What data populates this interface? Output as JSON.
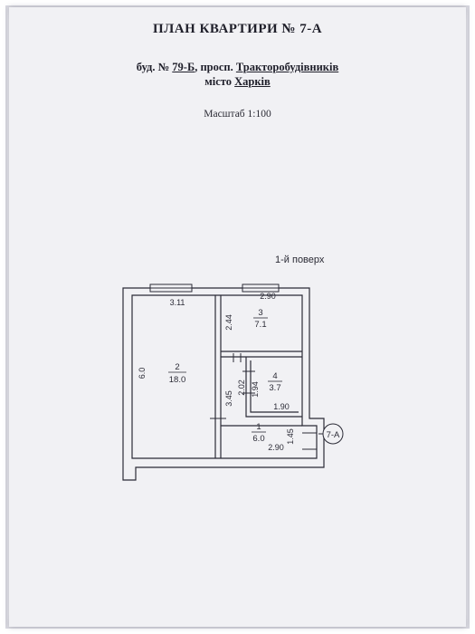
{
  "document": {
    "title": "ПЛАН КВАРТИРИ № 7-А",
    "address_line1_prefix": "буд. № ",
    "address_building": "79-Б",
    "address_line1_mid": ",  просп. ",
    "address_street": "Тракторобудівників",
    "address_line2_prefix": "місто  ",
    "address_city": "Харків",
    "scale": "Масштаб 1:100",
    "floor": "1-й поверх"
  },
  "plan": {
    "apartment_tag": "7-А",
    "dimensions": {
      "room2_width": "3.11",
      "room2_height": "6.0",
      "room3_width": "2.90",
      "room3_height": "2.44",
      "corridor_height": "3.45",
      "room4_height_outer": "2.02",
      "room4_height_inner": "1.94",
      "room4_width": "1.90",
      "room1_height": "1.45",
      "room1_width": "2.90"
    },
    "rooms": [
      {
        "number": "2",
        "area": "18.0"
      },
      {
        "number": "3",
        "area": "7.1"
      },
      {
        "number": "4",
        "area": "3.7"
      },
      {
        "number": "1",
        "area": "6.0"
      }
    ]
  }
}
